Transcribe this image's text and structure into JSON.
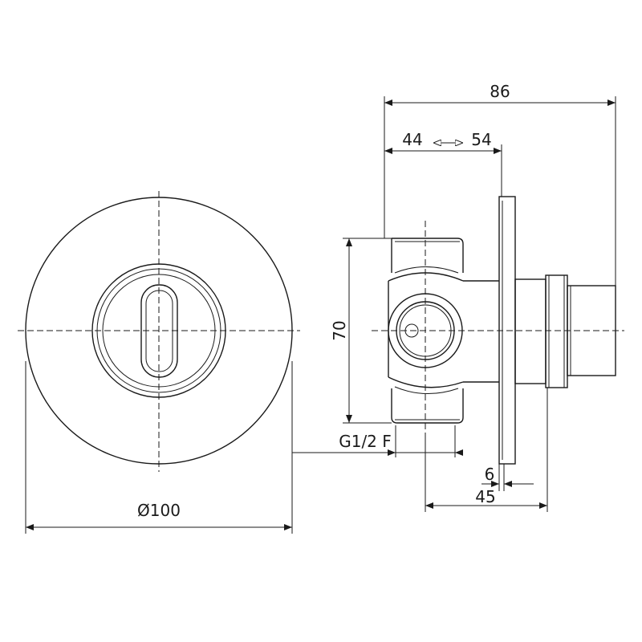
{
  "dimensions": {
    "overall_depth": "86",
    "adjust_min": "44",
    "adjust_max": "54",
    "height": "70",
    "connection": "G1/2 F",
    "plate_thickness": "6",
    "body_depth": "45",
    "diameter": "Ø100"
  },
  "icons": {
    "adjust_arrow": "double-arrow-icon"
  }
}
